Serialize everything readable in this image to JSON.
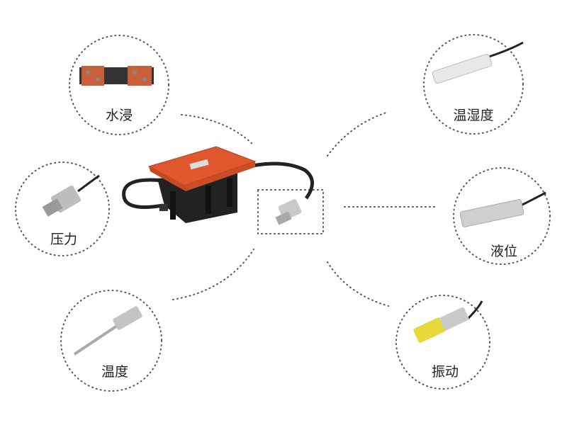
{
  "sensors": [
    {
      "label": "水浸"
    },
    {
      "label": "温湿度"
    },
    {
      "label": "压力"
    },
    {
      "label": "液位"
    },
    {
      "label": "温度"
    },
    {
      "label": "振动"
    }
  ],
  "colors": {
    "housing": "#e0562d",
    "body": "#1e1e1e",
    "dots": "#555555"
  }
}
